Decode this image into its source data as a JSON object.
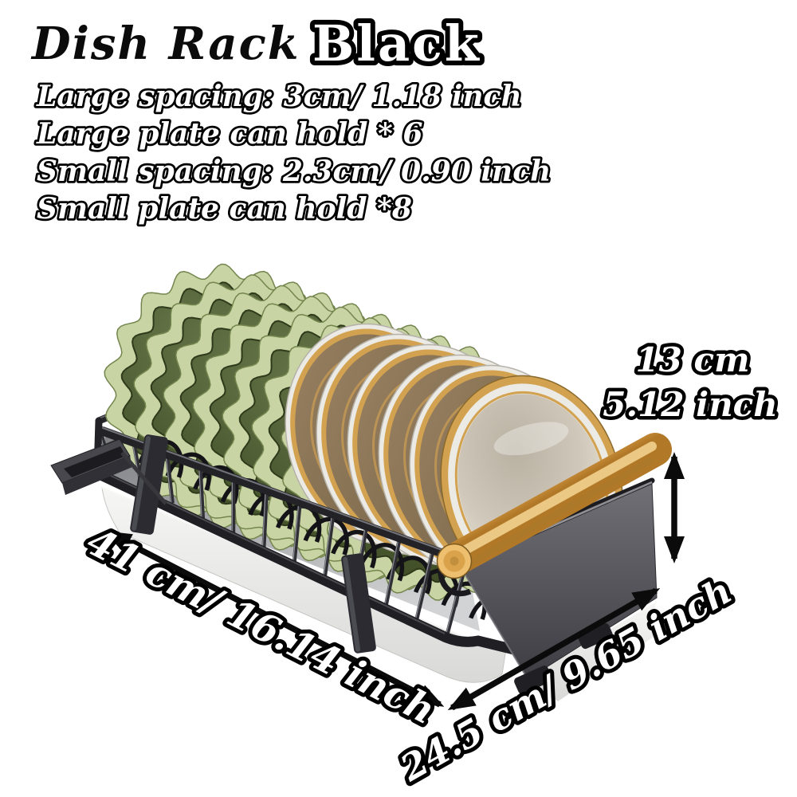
{
  "title": {
    "product": "Dish Rack",
    "variant": "Black"
  },
  "specs": [
    "Large spacing: 3cm/ 1.18 inch",
    "Large plate can hold * 6",
    "Small spacing: 2.3cm/ 0.90 inch",
    "Small plate can hold *8"
  ],
  "dimensions": {
    "height_cm": "13 cm",
    "height_inch": "5.12 inch",
    "length": "41 cm/ 16.14 inch",
    "depth": "24.5 cm/ 9.65 inch"
  },
  "icons": {
    "length_arrow": "double-headed-arrow",
    "depth_arrow": "double-headed-arrow",
    "height_arrow": "double-headed-arrow"
  },
  "product": {
    "description": "black wire dish rack with drip tray, drain spout and wood handle",
    "small_plates": {
      "count": 8,
      "rim_color": "#c8d4a4",
      "face_color": "#47552f"
    },
    "large_plates": {
      "count": 6,
      "edge_color": "#eceae4",
      "gold_rim_color": "#d2a251",
      "back_color": "#7d6749",
      "front_face_color": "#cfc8ba"
    },
    "rack_color": "#26262b",
    "side_panel_color": "#55555b",
    "handle_wood_color": "#e2a755",
    "tray_color": "#ededeb"
  }
}
